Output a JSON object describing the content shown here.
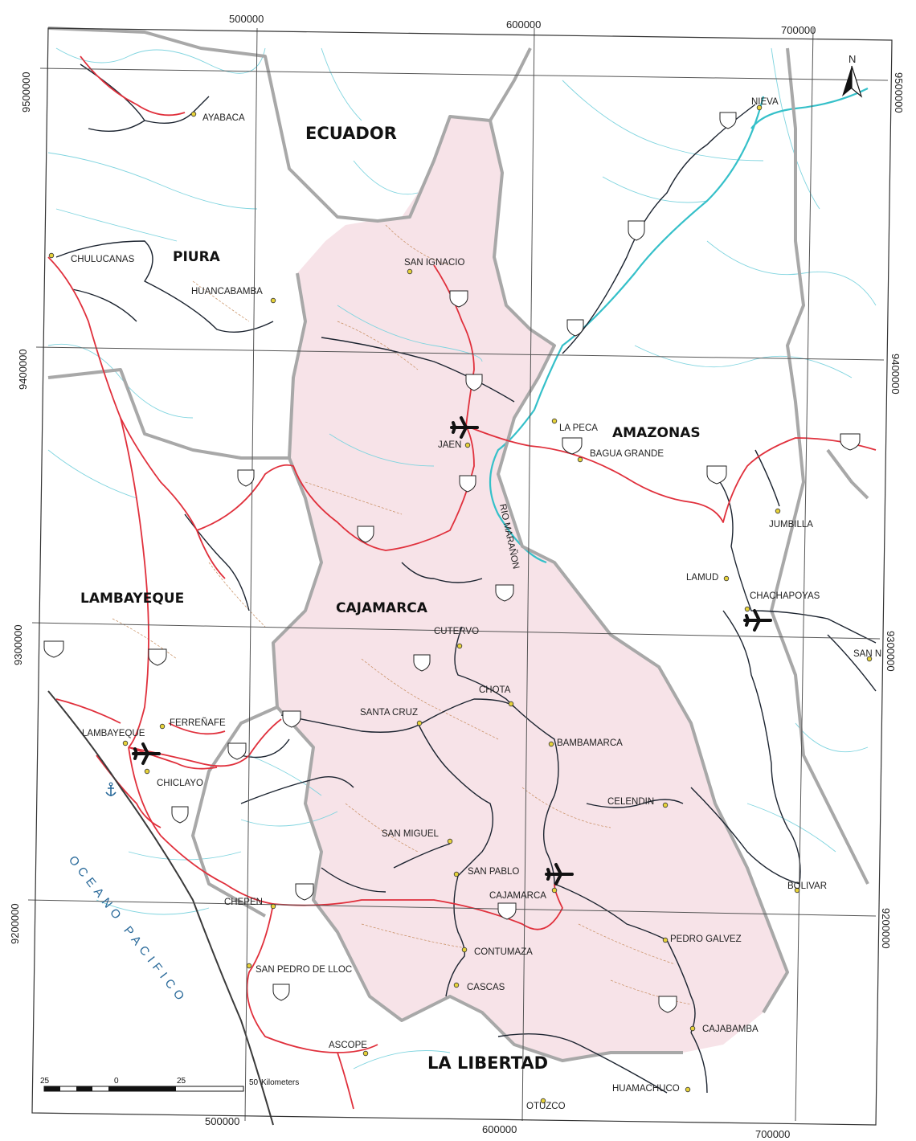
{
  "grid_labels": {
    "top": [
      "500000",
      "600000",
      "700000"
    ],
    "bottom": [
      "500000",
      "600000",
      "700000"
    ],
    "left": [
      "9500000",
      "9400000",
      "9300000",
      "9200000"
    ],
    "right": [
      "9500000",
      "9400000",
      "9300000",
      "9200000"
    ]
  },
  "north_label": "N",
  "regions": {
    "ecuador": "ECUADOR",
    "piura": "PIURA",
    "amazonas": "AMAZONAS",
    "lambayeque": "LAMBAYEQUE",
    "cajamarca": "CAJAMARCA",
    "la_libertad": "LA LIBERTAD"
  },
  "ocean_label": "OCEANO PACIFICO",
  "towns": [
    "AYABACA",
    "NIEVA",
    "CHULUCANAS",
    "HUANCABAMBA",
    "SAN IGNACIO",
    "JAEN",
    "LA PECA",
    "BAGUA GRANDE",
    "JUMBILLA",
    "LAMUD",
    "CHACHAPOYAS",
    "CUTERVO",
    "SAN N",
    "CHOTA",
    "SANTA CRUZ",
    "FERREÑAFE",
    "LAMBAYEQUE",
    "BAMBAMARCA",
    "CHICLAYO",
    "CELENDIN",
    "SAN MIGUEL",
    "SAN PABLO",
    "CAJAMARCA",
    "BOLIVAR",
    "CHEPEN",
    "PEDRO GALVEZ",
    "CONTUMAZA",
    "SAN PEDRO DE LLOC",
    "CASCAS",
    "CAJABAMBA",
    "ASCOPE",
    "HUAMACHUCO",
    "OTUZCO"
  ],
  "river_label": "RIO MARAÑON",
  "scale": {
    "ticks": [
      "25",
      "0",
      "25",
      "50"
    ],
    "unit": "Kilometers"
  },
  "colors": {
    "cajamarca_fill": "#f7e3e8",
    "region_border": "#a8a8a8",
    "river": "#7fd4df",
    "main_road": "#e0303c",
    "secondary_road": "#1c2430"
  },
  "icons": [
    "airport-icon",
    "port-anchor-icon",
    "north-arrow-icon",
    "route-shield-icon"
  ]
}
